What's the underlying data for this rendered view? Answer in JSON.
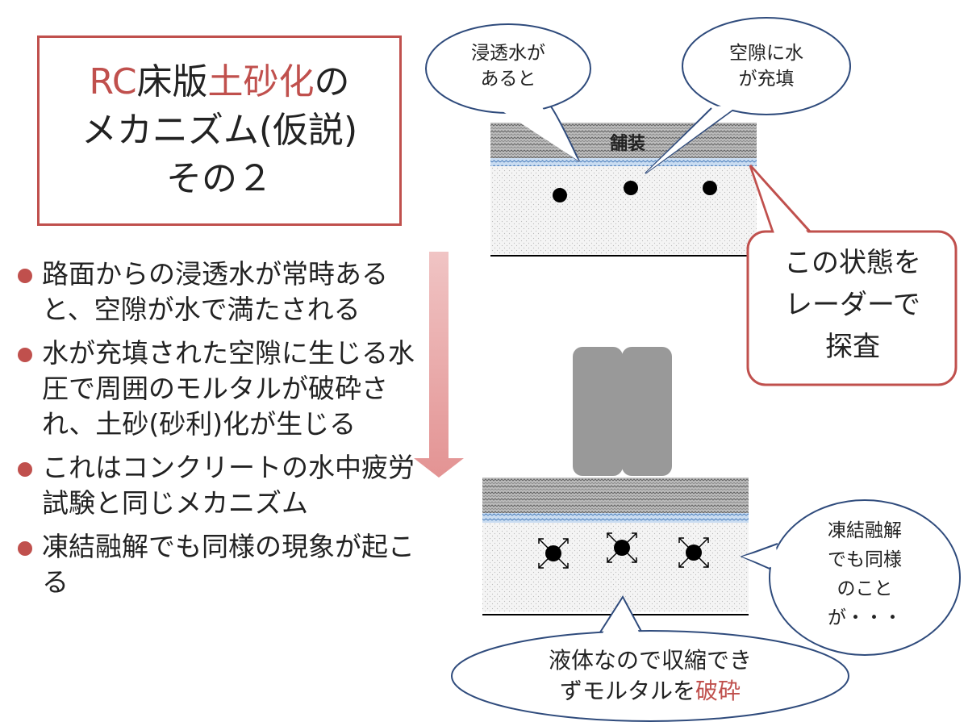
{
  "title": {
    "line1_part1": "RC",
    "line1_part2": "床版",
    "line1_part3": "土砂化",
    "line1_part4": "の",
    "line2": "メカニズム(仮説)",
    "line3": "その２"
  },
  "bullets": [
    "路面からの浸透水が常時あると、空隙が水で満たされる",
    "水が充填された空隙に生じる水圧で周囲のモルタルが破砕され、土砂(砂利)化が生じる",
    "これはコンクリートの水中疲労試験と同じメカニズム",
    "凍結融解でも同様の現象が起こる"
  ],
  "diagram": {
    "pavement_label": "舗装",
    "bubble_seepage": "浸透水が\nあると",
    "bubble_void_fill": "空隙に水\nが充填",
    "callout_radar": "この状態を\nレーダーで\n探査",
    "bubble_freeze": "凍結融解\nでも同様\nのこと\nが・・・",
    "bubble_bottom_part1": "液体なので収縮でき",
    "bubble_bottom_part2": "ずモルタルを",
    "bubble_bottom_part3": "破砕"
  },
  "colors": {
    "accent_red": "#c0504d",
    "arrow_pink": "#e6a3a3",
    "bubble_border": "#2f4b7c",
    "water_blue": "#8db3e2",
    "tire_gray": "#999999"
  }
}
